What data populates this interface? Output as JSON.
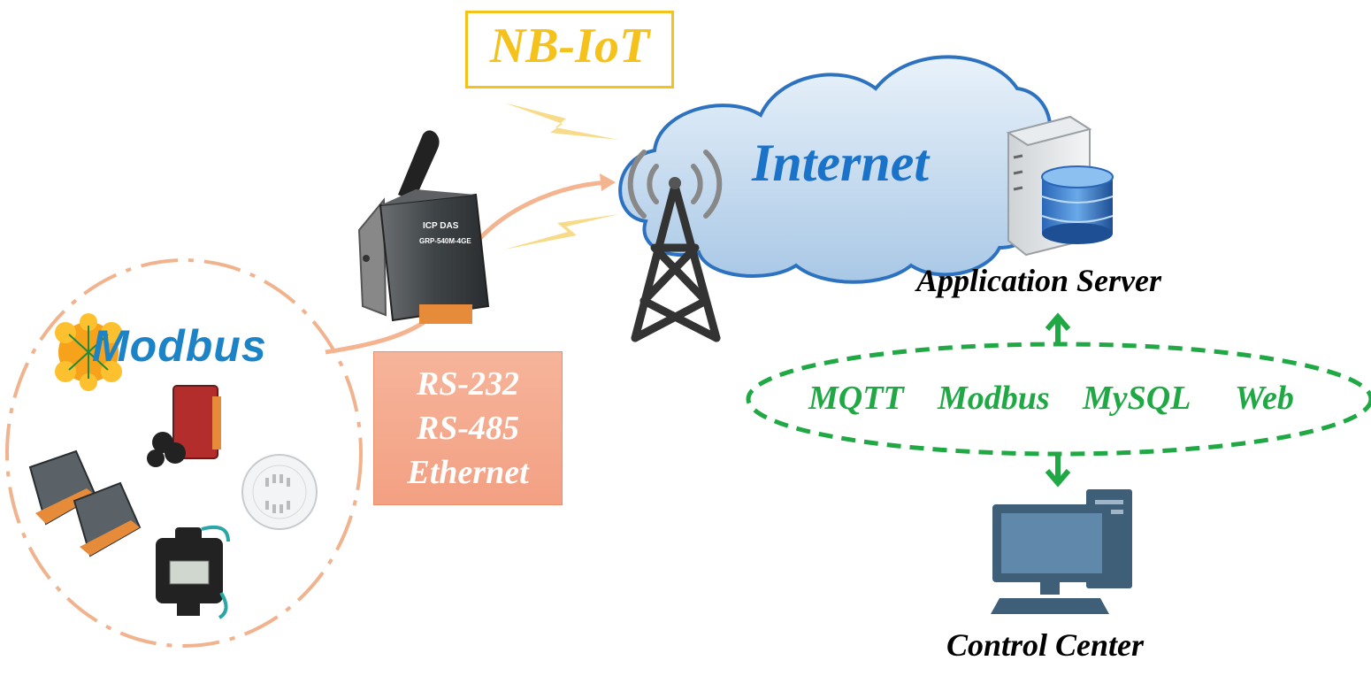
{
  "nbiot": {
    "label": "NB-IoT"
  },
  "cloud": {
    "label": "Internet"
  },
  "server": {
    "label": "Application Server"
  },
  "control": {
    "label": "Control Center"
  },
  "interfaces": {
    "items": [
      "RS-232",
      "RS-485",
      "Ethernet"
    ]
  },
  "protocols": {
    "items": [
      "MQTT",
      "Modbus",
      "MySQL",
      "Web"
    ]
  },
  "modbus": {
    "logo_text": "Modbus"
  },
  "gateway": {
    "brand": "ICP DAS",
    "model": "GRP-540M-4GE"
  },
  "colors": {
    "nbiot": "#f5c21b",
    "internet_text": "#1a73c9",
    "protocols": "#1fa844",
    "interface_box": "#f3a083",
    "dashed_circle": "#f0b38e",
    "monitor": "#3f5f78"
  }
}
